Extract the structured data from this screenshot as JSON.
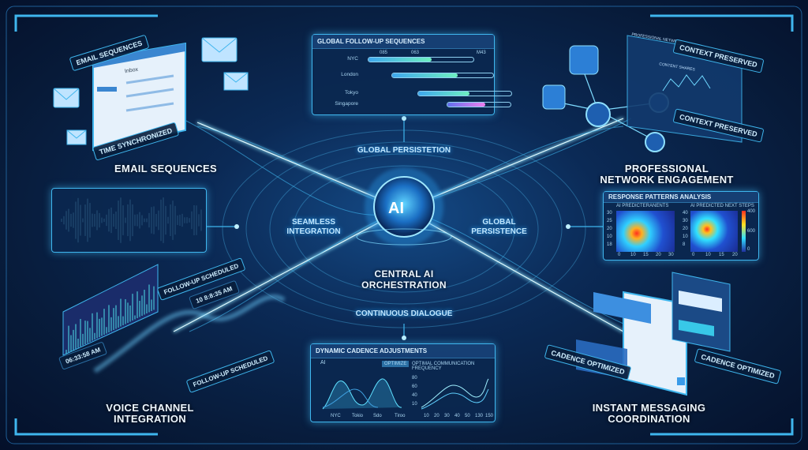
{
  "center": {
    "orb_label": "AI",
    "top_label": "GLOBAL PERSISTETION",
    "left_label": "SEAMLESS INTEGRATION",
    "right_label": "GLOBAL PERSISTENCE",
    "main_label": "CENTRAL AI ORCHESTRATION",
    "bottom_label": "CONTINUOUS DIALOGUE"
  },
  "email": {
    "title": "EMAIL SEQUENCES",
    "tag_top": "EMAIL SEQUENCES",
    "tag_bottom": "TIME SYNCHRONIZED",
    "inbox": "Inbox"
  },
  "followup": {
    "title": "GLOBAL FOLLOW-UP SEQUENCES",
    "cities": [
      "NYC",
      "London",
      "Tokyo",
      "Singapore"
    ],
    "ticks": [
      "085",
      "063",
      "M43"
    ],
    "progress": [
      0.6,
      0.65,
      0.55,
      0.6
    ]
  },
  "network": {
    "title": "PROFESSIONAL NETWORK ENGAGEMENT",
    "tag1": "CONTEXT PRESERVED",
    "tag2": "CONTEXT PRESERVED",
    "panel_title": "PROFESSIONAL NETWORK",
    "section": "CONTENT SHARES"
  },
  "voice": {
    "title": "VOICE CHANNEL INTEGRATION",
    "tag1": "FOLLOW-UP SCHEDULED",
    "time1": "10 8:8:35 AM",
    "time2": "06:33:58 AM",
    "tag2": "FOLLOW-UP SCHEDULED"
  },
  "response": {
    "title": "RESPONSE PATTERNS ANALYSIS",
    "left_title": "AI PREDICTERANENTS",
    "right_title": "AI PREDICTED NEXT STEPS",
    "left_y": [
      "30",
      "25",
      "20",
      "10",
      "18"
    ],
    "left_x": [
      "0",
      "10",
      "15",
      "20",
      "30"
    ],
    "right_y": [
      "40",
      "30",
      "20",
      "10",
      "8"
    ],
    "right_x": [
      "0",
      "10",
      "15",
      "20"
    ],
    "scale": [
      "400",
      "600",
      "0"
    ]
  },
  "cadence": {
    "title": "DYNAMIC CADENCE ADJUSTMENTS",
    "left_title": "AI",
    "button": "OPTIMIZE",
    "left_x": [
      "NYC",
      "Tokio",
      "Sdo",
      "Tiroo"
    ],
    "right_title": "OPTIMAL COMMUNICATION FREQUENCY",
    "right_y": [
      "80",
      "60",
      "40",
      "10"
    ],
    "right_x": [
      "10",
      "20",
      "30",
      "40",
      "50",
      "130",
      "150"
    ]
  },
  "messaging": {
    "title": "INSTANT MESSAGING COORDINATION",
    "tag1": "CADENCE OPTIMIZED",
    "tag2": "CADENCE OPTIMIZED"
  },
  "colors": {
    "accent": "#3fb6ee",
    "bg": "#071a38"
  }
}
